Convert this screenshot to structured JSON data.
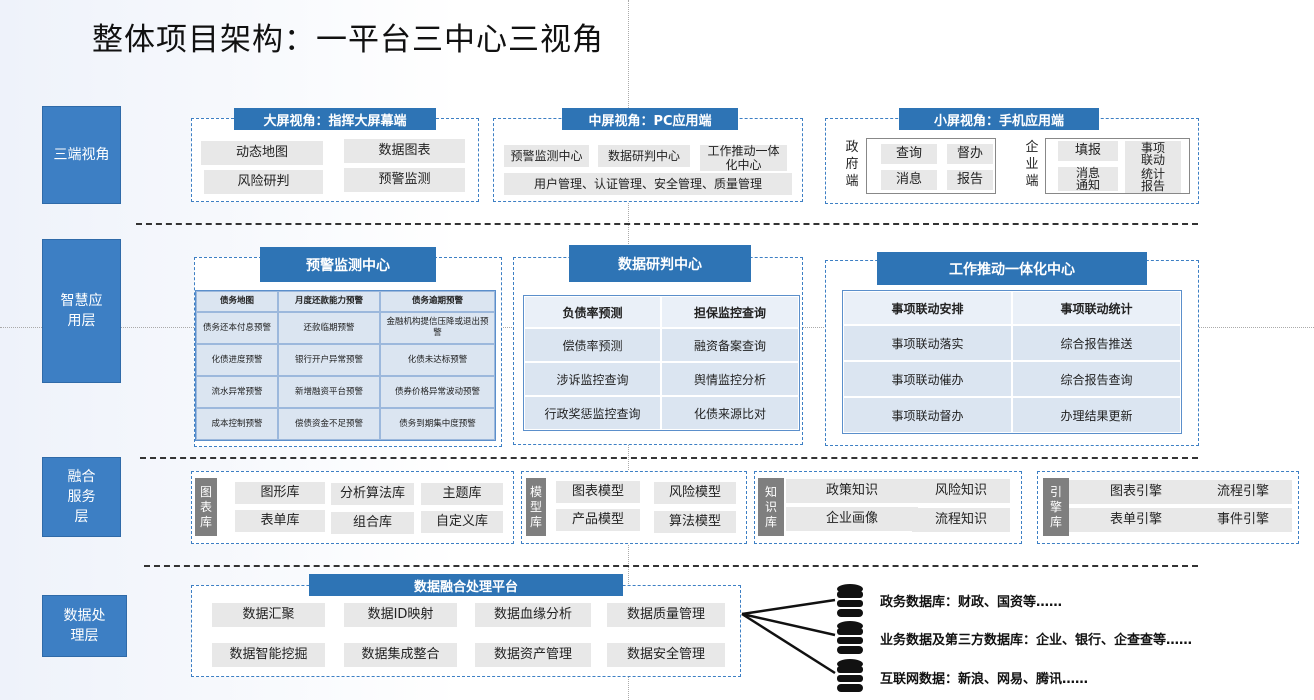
{
  "title": "整体项目架构：一平台三中心三视角",
  "layers": [
    "三端视角",
    "智慧应用层",
    "融合服务层",
    "数据处理层"
  ],
  "view_big": {
    "header": "大屏视角：指挥大屏幕端",
    "items": [
      "动态地图",
      "数据图表",
      "风险研判",
      "预警监测"
    ]
  },
  "view_pc": {
    "header": "中屏视角：PC应用端",
    "items": [
      "预警监测中心",
      "数据研判中心",
      "工作推动一体化中心"
    ],
    "bottom": "用户管理、认证管理、安全管理、质量管理"
  },
  "view_mobile": {
    "header": "小屏视角：手机应用端",
    "gov_label": "政府端",
    "gov_items": [
      "查询",
      "督办",
      "消息",
      "报告"
    ],
    "ent_label": "企业端",
    "ent_items": [
      "填报",
      "事项联动",
      "消息通知",
      "统计报告"
    ]
  },
  "center_warning": {
    "header": "预警监测中心",
    "cells": [
      "债务地图",
      "月度还款能力预警",
      "债务逾期预警",
      "债务还本付息预警",
      "还款临期预警",
      "金融机构提信压降或退出预警",
      "化债进度预警",
      "银行开户异常预警",
      "化债未达标预警",
      "流水异常预警",
      "新增融资平台预警",
      "债券价格异常波动预警",
      "成本控制预警",
      "偿债资金不足预警",
      "债务到期集中度预警"
    ]
  },
  "center_analysis": {
    "header": "数据研判中心",
    "cells": [
      "负债率预测",
      "担保监控查询",
      "偿债率预测",
      "融资备案查询",
      "涉诉监控查询",
      "舆情监控分析",
      "行政奖惩监控查询",
      "化债来源比对"
    ]
  },
  "center_work": {
    "header": "工作推动一体化中心",
    "cells": [
      "事项联动安排",
      "事项联动统计",
      "事项联动落实",
      "综合报告推送",
      "事项联动催办",
      "综合报告查询",
      "事项联动督办",
      "办理结果更新"
    ]
  },
  "fusion": {
    "lib": {
      "label": "图表库",
      "items": [
        "图形库",
        "分析算法库",
        "主题库",
        "表单库",
        "组合库",
        "自定义库"
      ]
    },
    "model": {
      "label": "模型库",
      "items": [
        "图表模型",
        "风险模型",
        "产品模型",
        "算法模型"
      ]
    },
    "knowledge": {
      "label": "知识库",
      "items": [
        "政策知识",
        "风险知识",
        "企业画像",
        "流程知识"
      ]
    },
    "engine": {
      "label": "引擎库",
      "items": [
        "图表引擎",
        "流程引擎",
        "表单引擎",
        "事件引擎"
      ]
    }
  },
  "platform": {
    "header": "数据融合处理平台",
    "items": [
      "数据汇聚",
      "数据ID映射",
      "数据血缘分析",
      "数据质量管理",
      "数据智能挖掘",
      "数据集成整合",
      "数据资产管理",
      "数据安全管理"
    ]
  },
  "databases": [
    "政务数据库：财政、国资等……",
    "业务数据及第三方数据库：企业、银行、企查查等……",
    "互联网数据：新浪、网易、腾讯……"
  ],
  "colors": {
    "layer": "#3d7fc4",
    "header": "#2e74b5",
    "cell": "#dbe5f1",
    "button": "#e8e8e8"
  }
}
